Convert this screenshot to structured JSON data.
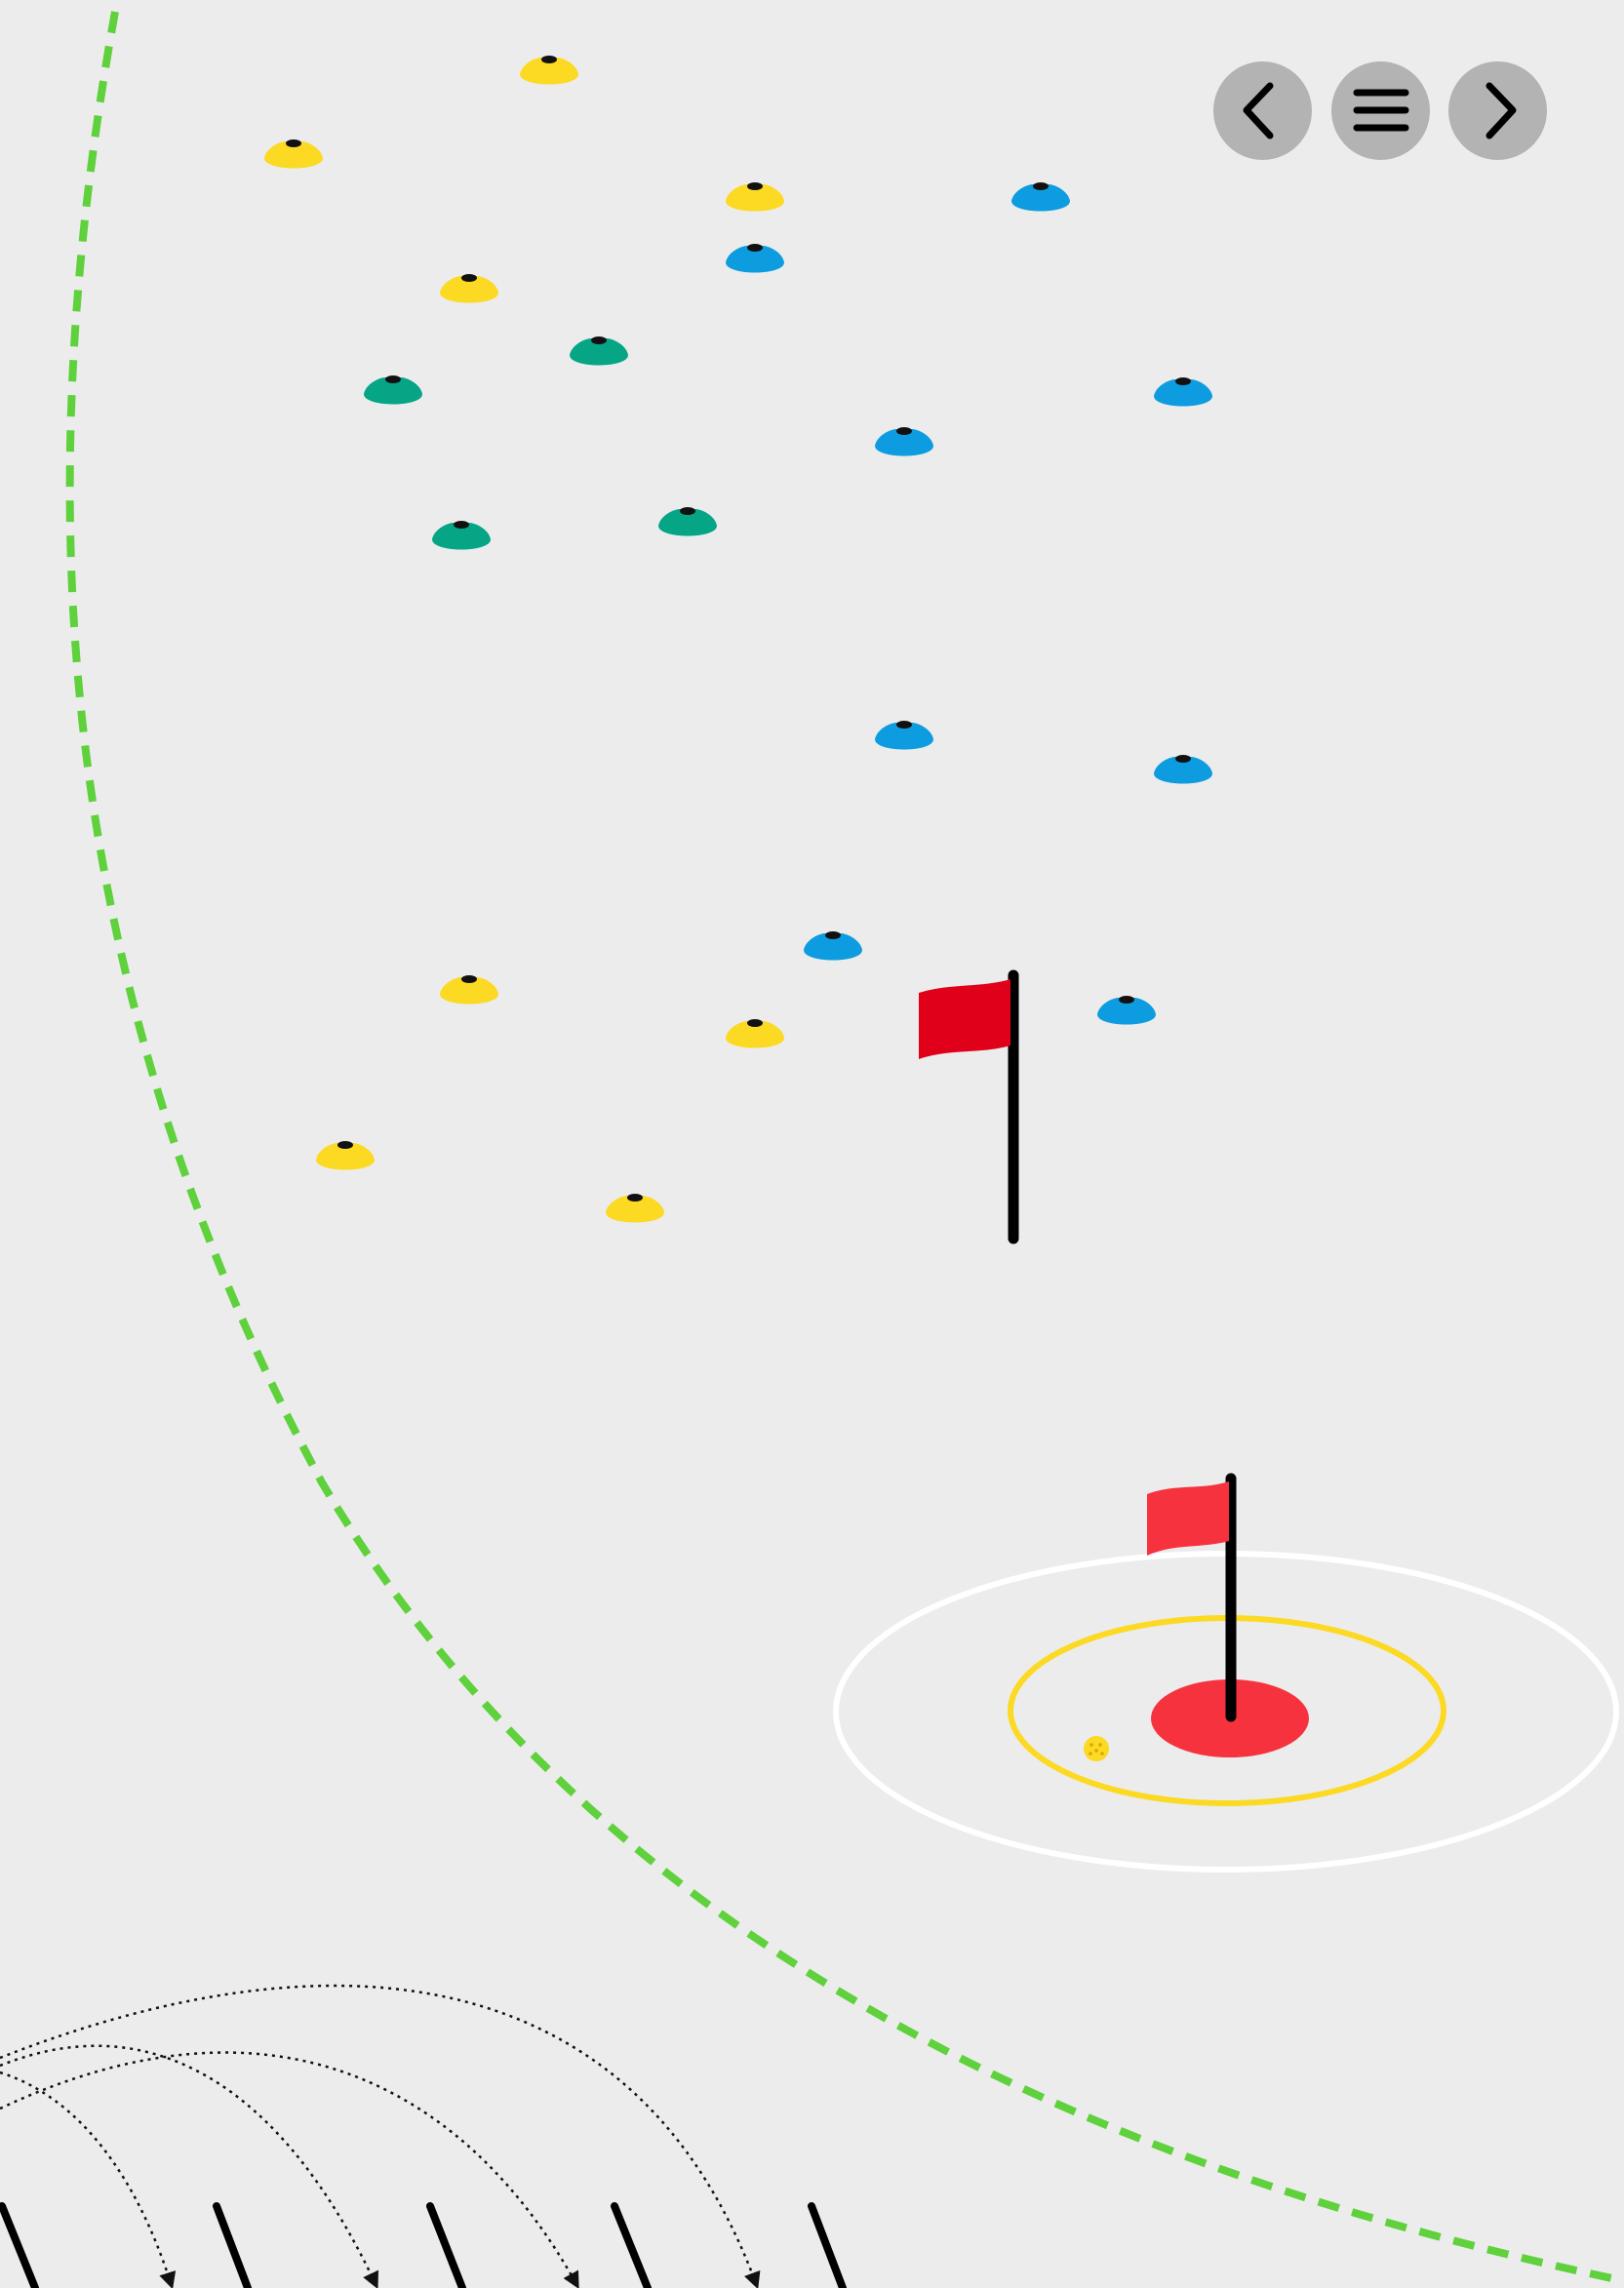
{
  "colors": {
    "background": "#ececec",
    "boundary": "#5fd13c",
    "cone_yellow": "#fcd922",
    "cone_blue": "#0d9ce0",
    "cone_green": "#05a586",
    "flag_dark_red": "#e1001a",
    "flag_red": "#f6323e",
    "pole": "#000000",
    "green_outer_ring": "#ffffff",
    "green_inner_ring": "#fcd922",
    "hole": "#f6323e",
    "ball": "#fcd922",
    "nav_button": "#b3b3b3",
    "trajectory": "#111111"
  },
  "nav": {
    "prev": {
      "icon": "chevron-left-icon"
    },
    "menu": {
      "icon": "hamburger-menu-icon"
    },
    "next": {
      "icon": "chevron-right-icon"
    }
  },
  "course": {
    "boundary": {
      "style": "dashed",
      "icon": "dashed-boundary-arc"
    },
    "cones": [
      {
        "color": "yellow"
      },
      {
        "color": "yellow"
      },
      {
        "color": "yellow"
      },
      {
        "color": "yellow"
      },
      {
        "color": "yellow"
      },
      {
        "color": "yellow"
      },
      {
        "color": "yellow"
      },
      {
        "color": "yellow"
      },
      {
        "color": "blue"
      },
      {
        "color": "blue"
      },
      {
        "color": "blue"
      },
      {
        "color": "blue"
      },
      {
        "color": "blue"
      },
      {
        "color": "blue"
      },
      {
        "color": "blue"
      },
      {
        "color": "blue"
      },
      {
        "color": "green"
      },
      {
        "color": "green"
      },
      {
        "color": "green"
      },
      {
        "color": "green"
      }
    ],
    "flags": [
      {
        "name": "target-flag",
        "color": "dark-red"
      },
      {
        "name": "pin-flag",
        "color": "red"
      }
    ],
    "green": {
      "rings": 2,
      "has_ball": true
    },
    "tee_markers": 5,
    "shot_trajectories": 4
  }
}
